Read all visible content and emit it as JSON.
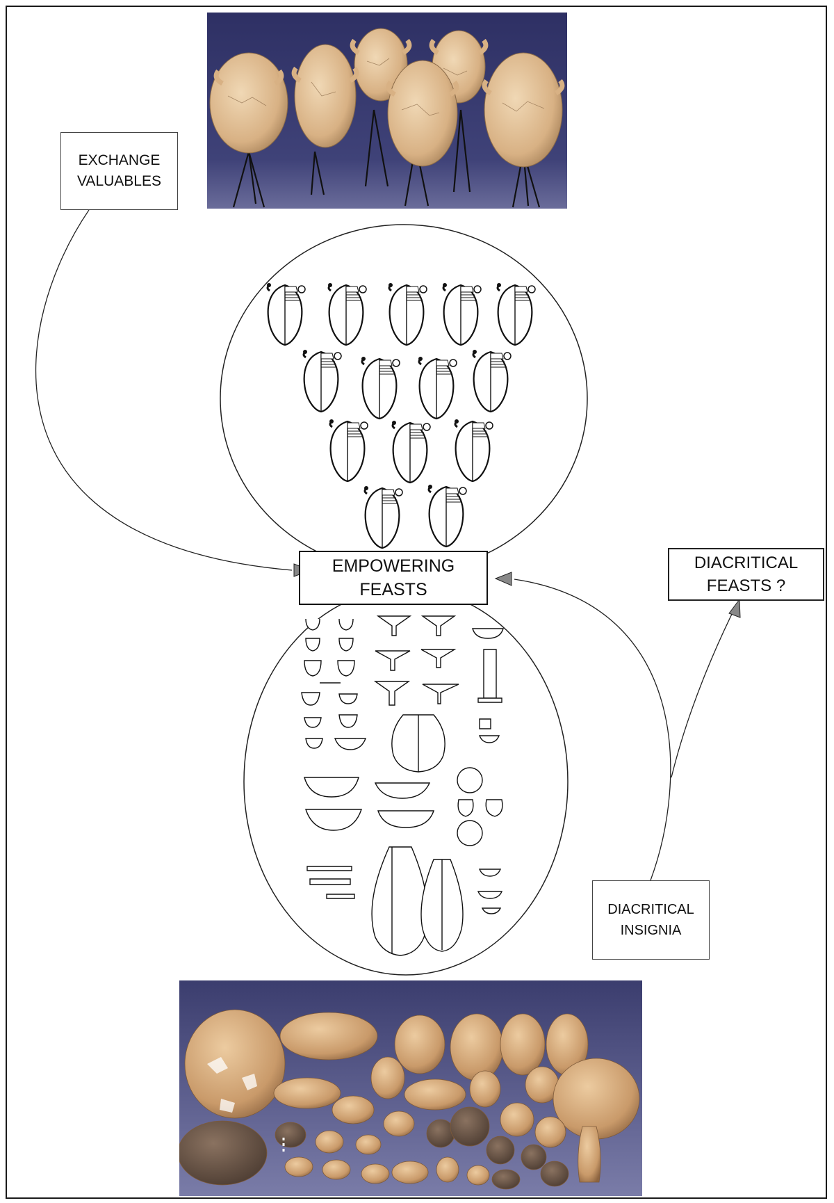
{
  "labels": {
    "exchange_valuables": "EXCHANGE\nVALUABLES",
    "empowering_feasts": "EMPOWERING\nFEASTS",
    "diacritical_feasts": "DIACRITICAL\nFEASTS ?",
    "diacritical_insignia": "DIACRITICAL\nINSIGNIA"
  },
  "colors": {
    "photo_backdrop": "#3b3d6e",
    "pottery": "#d9b48a",
    "pottery_shadow": "#a9835c",
    "line": "#222222"
  },
  "icons": {
    "top_photo": "storage-jars-photo-icon",
    "bottom_photo": "pottery-assemblage-photo-icon",
    "jar_drawing": "jar-drawing-icon",
    "arrowhead": "arrowhead-icon"
  }
}
